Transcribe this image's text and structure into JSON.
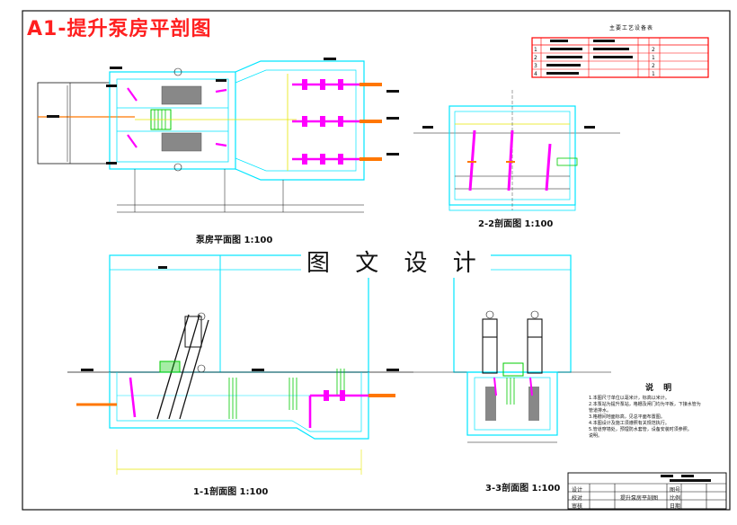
{
  "drawing": {
    "title": "A1-提升泵房平剖图",
    "watermark": "图 文 设 计"
  },
  "views": {
    "plan": "泵房平面图 1:100",
    "section_1_1": "1-1剖面图 1:100",
    "section_2_2": "2-2剖面图 1:100",
    "section_3_3": "3-3剖面图 1:100"
  },
  "equipment_table": {
    "title": "主要工艺设备表",
    "rows": [
      {
        "no": "1",
        "qty": "2"
      },
      {
        "no": "2",
        "qty": "1"
      },
      {
        "no": "3",
        "qty": "2"
      },
      {
        "no": "4",
        "qty": "1"
      }
    ]
  },
  "notes": {
    "title": "说 明",
    "lines": [
      "1.本图尺寸单位以毫米计，标高以米计。",
      "2.本泵站为提升泵站，格栅及闸门均为平板，下接水管为",
      "  管道排水。",
      "3.格栅间地面标高，见总平面布置图。",
      "4.本图设计及施工须遵照有关规范执行。",
      "5.管道穿墙处，预埋防水套管，设备安装时须参照。",
      "  说明。"
    ]
  },
  "title_block": {
    "drawing_name": "提升泵房平剖图",
    "labels": [
      "设计",
      "校对",
      "审核"
    ],
    "sheet_labels": [
      "图号",
      "比例",
      "日期"
    ]
  },
  "colors": {
    "structure": "#00e5ff",
    "pipe_magenta": "#ff00ff",
    "pipe_orange": "#ff7700",
    "dimension_yellow": "#e6e600",
    "equipment_green": "#00cc00",
    "frame_red": "#ff0000",
    "line_dark": "#222222"
  }
}
